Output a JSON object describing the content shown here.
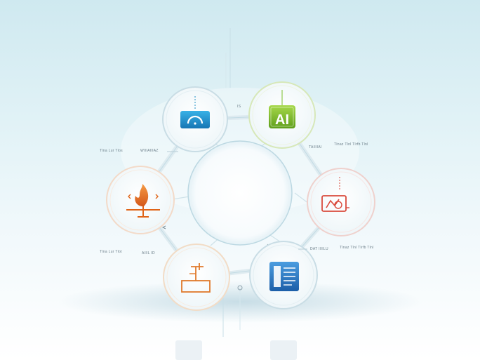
{
  "nodes": [
    {
      "icon": "dashboard-icon",
      "color": "#1d8fc4"
    },
    {
      "icon": "ai-chip-icon",
      "label": "AI",
      "color": "#7bbf2a"
    },
    {
      "icon": "monitor-chart-icon",
      "color": "#d94a3c"
    },
    {
      "icon": "server-document-icon",
      "color": "#2a7fd0"
    },
    {
      "icon": "circuit-board-icon",
      "color": "#e07a2c"
    },
    {
      "icon": "flame-hub-icon",
      "color": "#e06418"
    }
  ],
  "labels": {
    "top_left_a": "Tlna Lur Tlos",
    "top_left_b": "WIIIAIIIAZ",
    "top_right_a": "TAIIIIAI",
    "top_right_b": "Tlnaz Tlnl Tlrfb Tlnl",
    "bottom_left_a": "Tlna Lur Tlot",
    "bottom_left_b": "AIIIL ID",
    "bottom_right_a": "DAT IIIILU",
    "bottom_right_b": "Tlnaz Tlnl Tlrfb Tlnl",
    "node_top_mark": "IS"
  }
}
